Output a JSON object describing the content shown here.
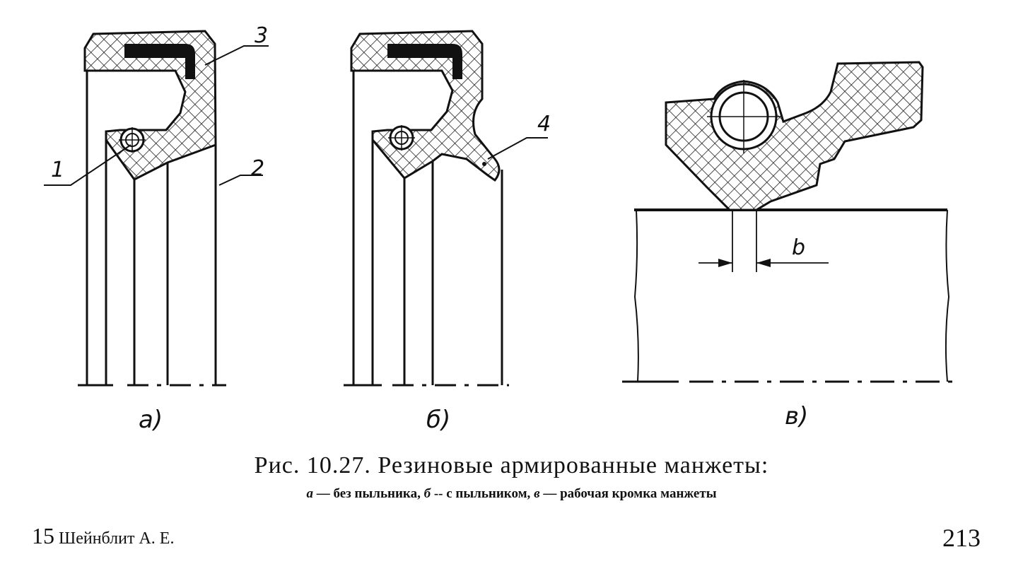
{
  "figure": {
    "callouts": [
      "1",
      "2",
      "3",
      "4"
    ],
    "dimension_label": "b",
    "subfigure_labels": [
      "а)",
      "б)",
      "в)"
    ]
  },
  "caption": {
    "title": "Рис. 10.27. Резиновые армированные манжеты:",
    "parts": [
      {
        "letter": "а",
        "text": " — без пыльника, "
      },
      {
        "letter": "б",
        "text": " -- с пыльником, "
      },
      {
        "letter": "в",
        "text": " — рабочая кромка манжеты"
      }
    ]
  },
  "footer": {
    "signature_number": "15",
    "author": "Шейнблит А. Е.",
    "page_number": "213"
  }
}
